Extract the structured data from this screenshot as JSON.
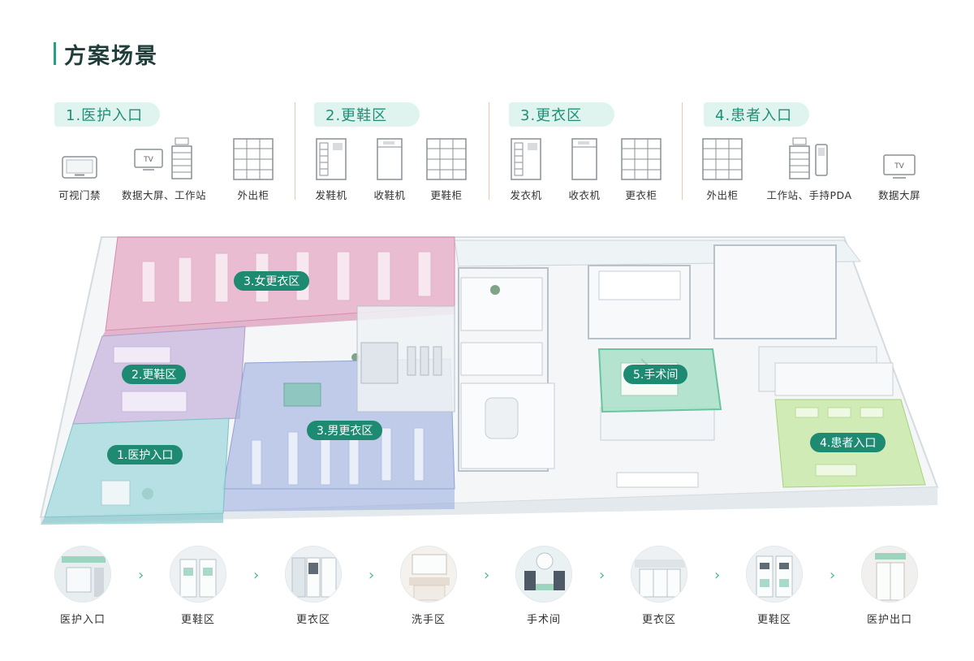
{
  "page": {
    "title": "方案场景"
  },
  "sections": [
    {
      "tag": "1.医护入口",
      "devices": [
        {
          "icon": "access-control-icon",
          "label": "可视门禁"
        },
        {
          "icon": "screen-workstation-icon",
          "label": "数据大屏、工作站"
        },
        {
          "icon": "cabinet-icon",
          "label": "外出柜"
        }
      ]
    },
    {
      "tag": "2.更鞋区",
      "devices": [
        {
          "icon": "dispenser-icon",
          "label": "发鞋机"
        },
        {
          "icon": "collector-icon",
          "label": "收鞋机"
        },
        {
          "icon": "cabinet-icon",
          "label": "更鞋柜"
        }
      ]
    },
    {
      "tag": "3.更衣区",
      "devices": [
        {
          "icon": "dispenser-icon",
          "label": "发衣机"
        },
        {
          "icon": "collector-icon",
          "label": "收衣机"
        },
        {
          "icon": "cabinet-icon",
          "label": "更衣柜"
        }
      ]
    },
    {
      "tag": "4.患者入口",
      "devices": [
        {
          "icon": "cabinet-icon",
          "label": "外出柜"
        },
        {
          "icon": "workstation-pda-icon",
          "label": "工作站、手持PDA"
        },
        {
          "icon": "tv-screen-icon",
          "label": "数据大屏"
        }
      ]
    }
  ],
  "screen_text": {
    "tv": "TV"
  },
  "map": {
    "zones": [
      {
        "id": "female",
        "label": "3.女更衣区",
        "color": "#e7a8c4"
      },
      {
        "id": "shoe",
        "label": "2.更鞋区",
        "color": "#c5b0dc"
      },
      {
        "id": "entrance",
        "label": "1.医护入口",
        "color": "#a6dbdf"
      },
      {
        "id": "male",
        "label": "3.男更衣区",
        "color": "#a9b9e4"
      },
      {
        "id": "surgery",
        "label": "5.手术间",
        "color": "#a8e0c8"
      },
      {
        "id": "patient",
        "label": "4.患者入口",
        "color": "#c7e8a4"
      }
    ]
  },
  "flow": {
    "steps": [
      "医护入口",
      "更鞋区",
      "更衣区",
      "洗手区",
      "手术间",
      "更衣区",
      "更鞋区",
      "医护出口"
    ],
    "arrow": "›"
  }
}
